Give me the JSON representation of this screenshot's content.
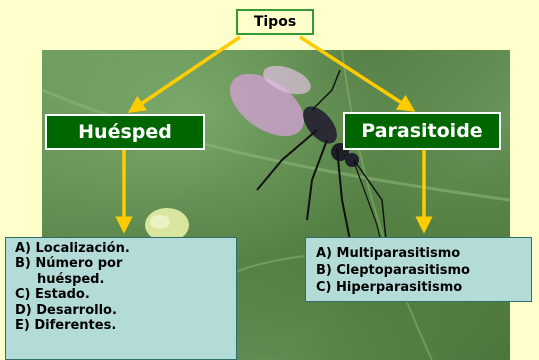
{
  "title": "Tipos",
  "nodes": {
    "host": "Huésped",
    "parasitoid": "Parasitoide"
  },
  "host_list": {
    "items": [
      "A) Localización.",
      "B) Número por",
      "huésped.",
      "C) Estado.",
      "D) Desarrollo.",
      "E) Diferentes."
    ]
  },
  "parasitoid_list": {
    "items": [
      "A) Multiparasitismo",
      "B) Cleptoparasitismo",
      "C) Hiperparasitismo"
    ]
  },
  "footer_note": "· · · · · · · ·",
  "colors": {
    "background": "#ffffcc",
    "node_fill": "#006600",
    "arrow": "#ffcc00",
    "list_fill": "#b3dcd9"
  }
}
